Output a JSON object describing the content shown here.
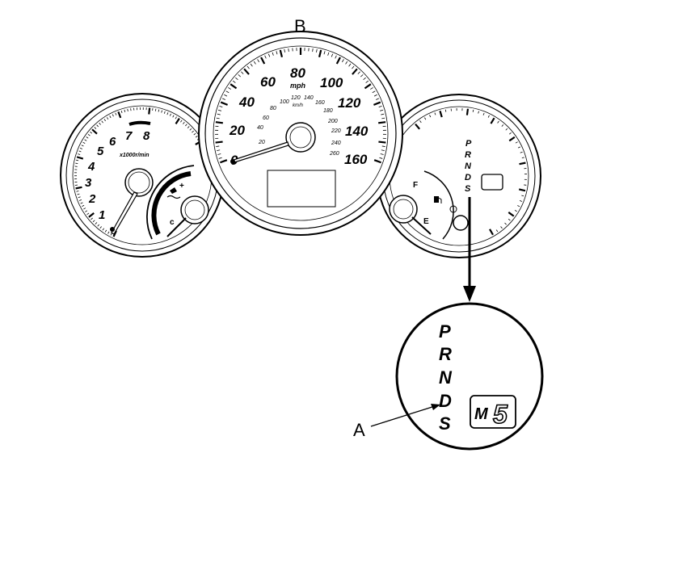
{
  "callouts": {
    "a": "A",
    "b": "B"
  },
  "speedometer": {
    "mph_labels": [
      "0",
      "20",
      "40",
      "60",
      "80",
      "100",
      "120",
      "140",
      "160"
    ],
    "mph_unit": "mph",
    "kmh_labels": [
      "20",
      "40",
      "60",
      "80",
      "100",
      "120",
      "140",
      "160",
      "180",
      "200",
      "220",
      "240",
      "260"
    ],
    "kmh_unit": "km/h"
  },
  "tachometer": {
    "labels": [
      "1",
      "2",
      "3",
      "4",
      "5",
      "6",
      "7",
      "8"
    ],
    "unit": "x1000r/min"
  },
  "temp_gauge": {
    "hot": "+",
    "cold": "c"
  },
  "fuel_gauge": {
    "full": "F",
    "empty": "E"
  },
  "gear_indicator_small": [
    "P",
    "R",
    "N",
    "D",
    "S"
  ],
  "gear_indicator_zoom": {
    "gears": [
      "P",
      "R",
      "N",
      "D",
      "S"
    ],
    "mode": "M",
    "gear_number": "5"
  }
}
